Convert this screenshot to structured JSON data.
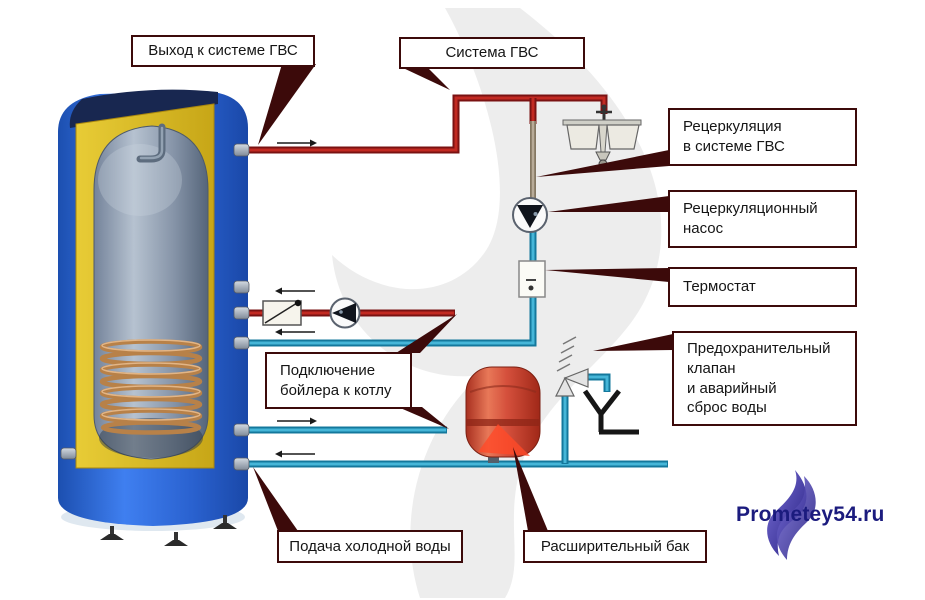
{
  "labels": {
    "hot_water_output": "Выход к системе ГВС",
    "hot_water_system": "Система ГВС",
    "recirculation": "Рецеркуляция\nв системе ГВС",
    "recirculation_pump": "Рецеркуляционный\nнасос",
    "thermostat": "Термостат",
    "safety_valve": "Предохранительный\nклапан\nи аварийный\nсброс воды",
    "boiler_connection": "Подключение\nбойлера к котлу",
    "cold_water_supply": "Подача холодной воды",
    "expansion_tank": "Расширительный бак"
  },
  "logo": {
    "text": "Prometey54.ru"
  },
  "colors": {
    "callout_border": "#3c0a0a",
    "hot_pipe_edge": "#7a1212",
    "hot_pipe_core": "#c22a22",
    "cold_pipe_edge": "#14789c",
    "cold_pipe_core": "#46b6d8",
    "boiler_shell": "#2e6ee0",
    "insulation": "#dfc228",
    "expansion_tank": "#d5503c",
    "logo_text": "#1b1b7e",
    "logo_flame": "#4a3fa8",
    "watermark": "#ededed"
  },
  "icons": {
    "boiler": "boiler-cutaway-icon",
    "recirculation_pump": "pump-icon",
    "boiler_pump": "pump-icon",
    "check_valve": "check-valve-icon",
    "thermostat": "thermostat-icon",
    "expansion_tank": "expansion-tank-icon",
    "sink": "sink-icon",
    "safety_valve": "safety-valve-icon",
    "drain_funnel": "drain-funnel-icon",
    "logo_flame": "flame-icon"
  }
}
